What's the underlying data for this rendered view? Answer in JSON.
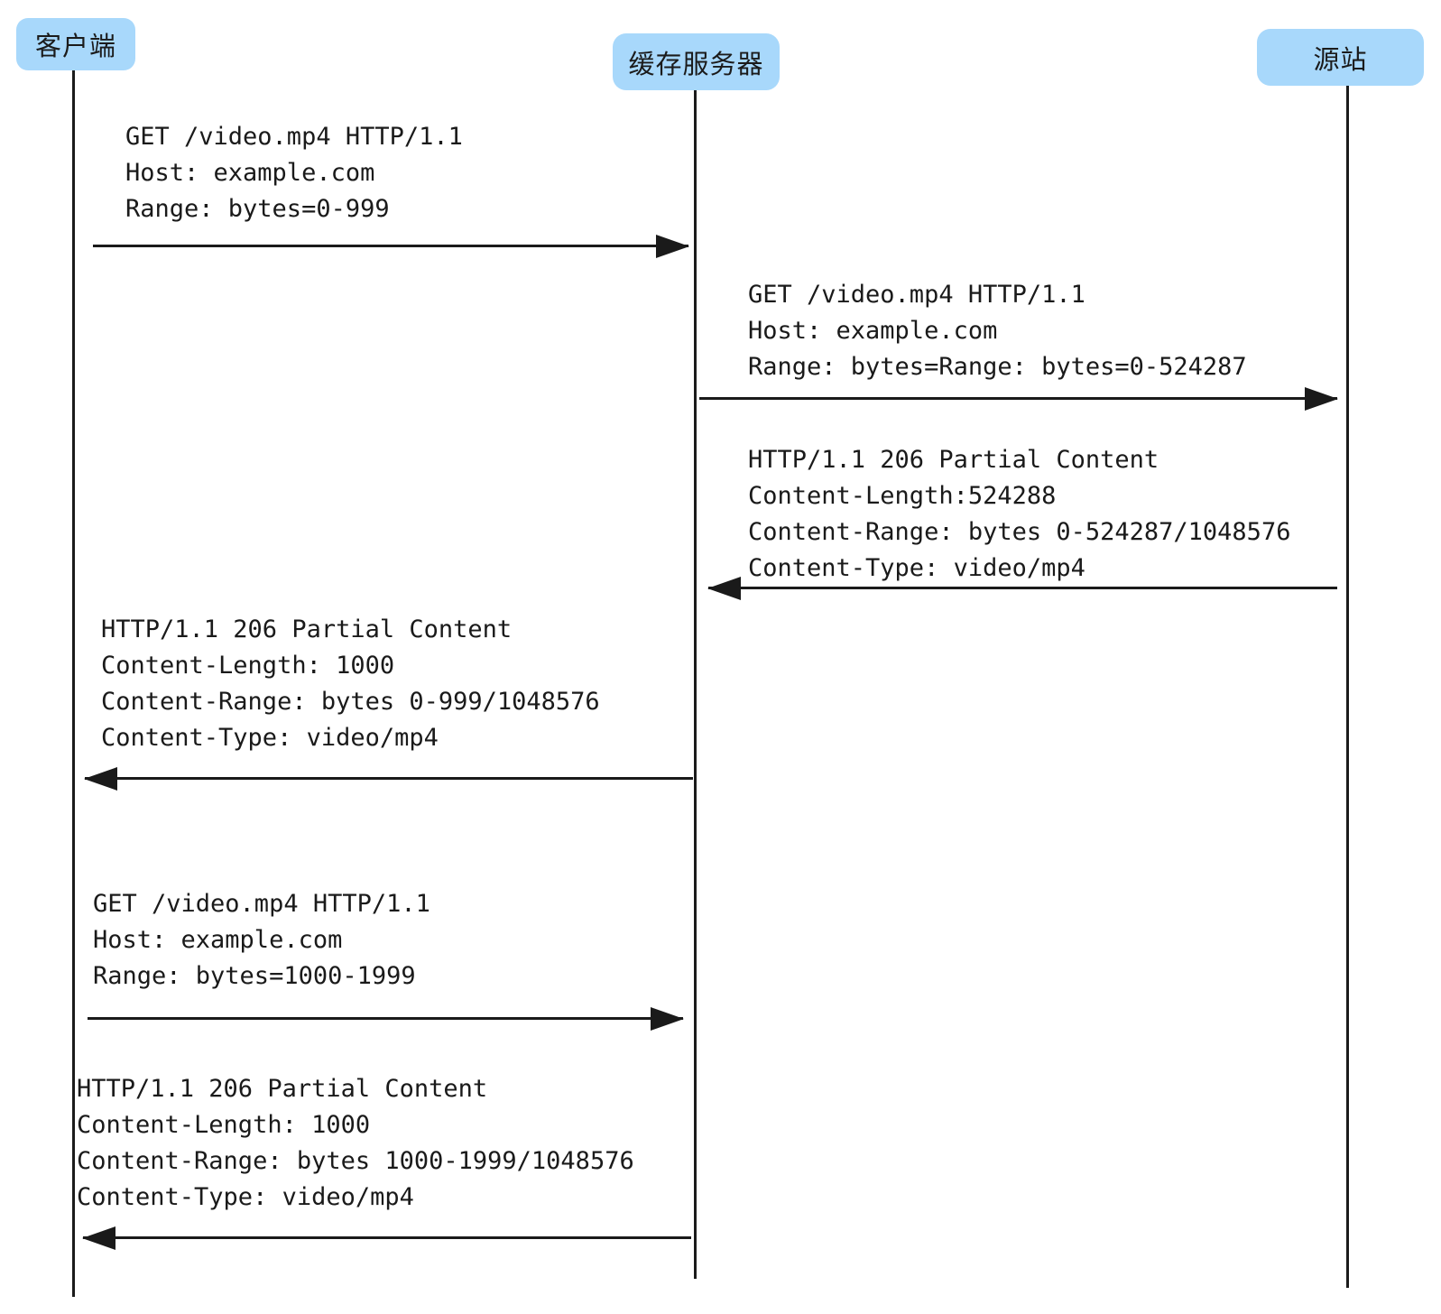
{
  "participants": [
    {
      "id": "client",
      "label": "客户端"
    },
    {
      "id": "cache",
      "label": "缓存服务器"
    },
    {
      "id": "origin",
      "label": "源站"
    }
  ],
  "messages": [
    {
      "from": "client",
      "to": "cache",
      "direction": "right",
      "lines": [
        "GET /video.mp4 HTTP/1.1",
        "Host: example.com",
        "Range: bytes=0-999"
      ]
    },
    {
      "from": "cache",
      "to": "origin",
      "direction": "right",
      "lines": [
        "GET /video.mp4 HTTP/1.1",
        "Host: example.com",
        "Range: bytes=Range: bytes=0-524287"
      ]
    },
    {
      "from": "origin",
      "to": "cache",
      "direction": "left",
      "lines": [
        "HTTP/1.1 206 Partial Content",
        "Content-Length:524288",
        "Content-Range: bytes 0-524287/1048576",
        "Content-Type: video/mp4"
      ]
    },
    {
      "from": "cache",
      "to": "client",
      "direction": "left",
      "lines": [
        "HTTP/1.1 206 Partial Content",
        "Content-Length: 1000",
        "Content-Range: bytes 0-999/1048576",
        "Content-Type: video/mp4"
      ]
    },
    {
      "from": "client",
      "to": "cache",
      "direction": "right",
      "lines": [
        "GET /video.mp4 HTTP/1.1",
        "Host: example.com",
        "Range: bytes=1000-1999"
      ]
    },
    {
      "from": "cache",
      "to": "client",
      "direction": "left",
      "lines": [
        "HTTP/1.1 206 Partial Content",
        "Content-Length: 1000",
        "Content-Range: bytes 1000-1999/1048576",
        "Content-Type: video/mp4"
      ]
    }
  ],
  "colors": {
    "participant_fill": "#a8d8fb",
    "line": "#1a1a1a",
    "text": "#1a1a1a",
    "background": "#ffffff"
  }
}
